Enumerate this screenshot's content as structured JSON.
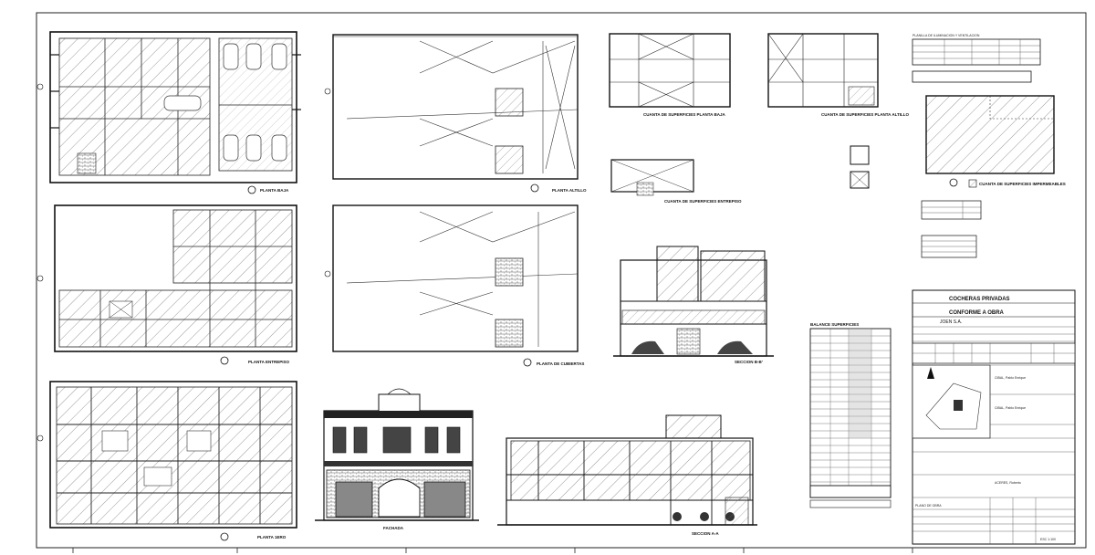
{
  "sheet": {
    "plans": {
      "planta_baja": "PLANTA BAJA",
      "planta_entrepiso": "PLANTA ENTREPISO",
      "planta_alta": "PLANTA 1ERO",
      "planta_altillo": "PLANTA ALTILLO",
      "planta_cubiertas": "PLANTA DE CUBIERTAS"
    },
    "elevations": {
      "fachada": "FACHADA",
      "seccion_aa": "SECCION A-A",
      "seccion_bb": "SECCION B-B'"
    },
    "surfaces": {
      "pb": "CUANTA DE SUPERFICIES PLANTA BAJA",
      "entrepiso": "CUANTA DE SUPERFICIES ENTREPISO",
      "altillo": "CUANTA DE SUPERFICIES PLANTA ALTILLO",
      "impermeables": "CUANTA DE SUPERFICIES IMPERMEABLES",
      "balance": "BALANCE SUPERFICIES",
      "ventilacion": "PLANILLA DE ILUMINACION Y VENTILACION"
    },
    "title_block": {
      "project": "COCHERAS PRIVADAS",
      "status": "CONFORME A OBRA",
      "owner": "JOEN S.A.",
      "prof1": "CIBAL, Pablo Enrique",
      "prof2": "CIBAL, Pablo Enrique",
      "prof3": "ACERES, Roberto",
      "plano": "PLANO DE OBRA",
      "escala": "ESC 1:100"
    }
  }
}
